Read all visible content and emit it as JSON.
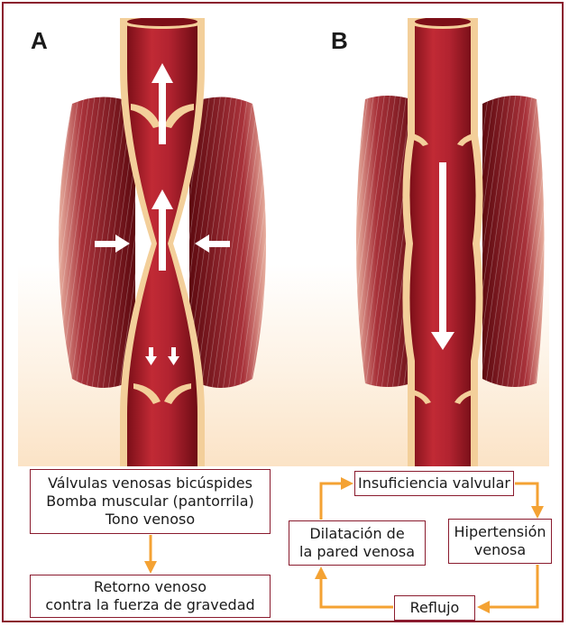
{
  "panels": {
    "a": "A",
    "b": "B"
  },
  "left_flow": {
    "top_box": [
      "Válvulas venosas bicúspides",
      "Bomba muscular (pantorrila)",
      "Tono venoso"
    ],
    "bottom_box": [
      "Retorno venoso",
      "contra la fuerza de gravedad"
    ]
  },
  "right_cycle": {
    "insuficiencia": "Insuficiencia valvular",
    "hipertension": [
      "Hipertensión",
      "venosa"
    ],
    "reflujo": "Reflujo",
    "dilatacion": [
      "Dilatación de",
      "la pared venosa"
    ]
  },
  "colors": {
    "frame": "#8a1b2e",
    "arrow": "#f4a233",
    "vein_red": "#a51d2a",
    "vein_wall": "#f3cf9a",
    "muscle": "#7a1218"
  }
}
